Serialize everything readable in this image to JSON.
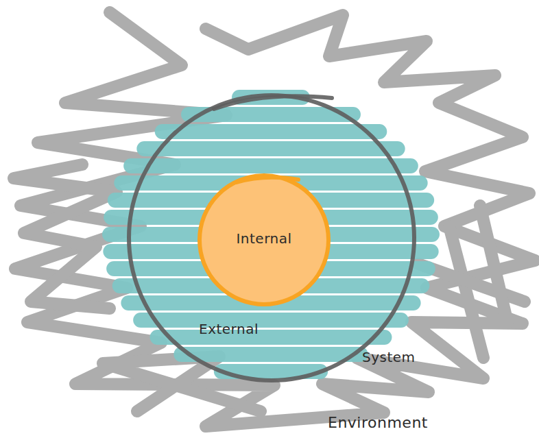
{
  "diagram": {
    "nodes": [
      {
        "text": [
          "Environment"
        ]
      },
      {
        "text": [
          "System"
        ],
        "in": 0
      },
      {
        "text": [
          "External"
        ],
        "in": 1
      },
      {
        "text": [
          "Internal"
        ],
        "in": 2
      }
    ],
    "edges": []
  }
}
